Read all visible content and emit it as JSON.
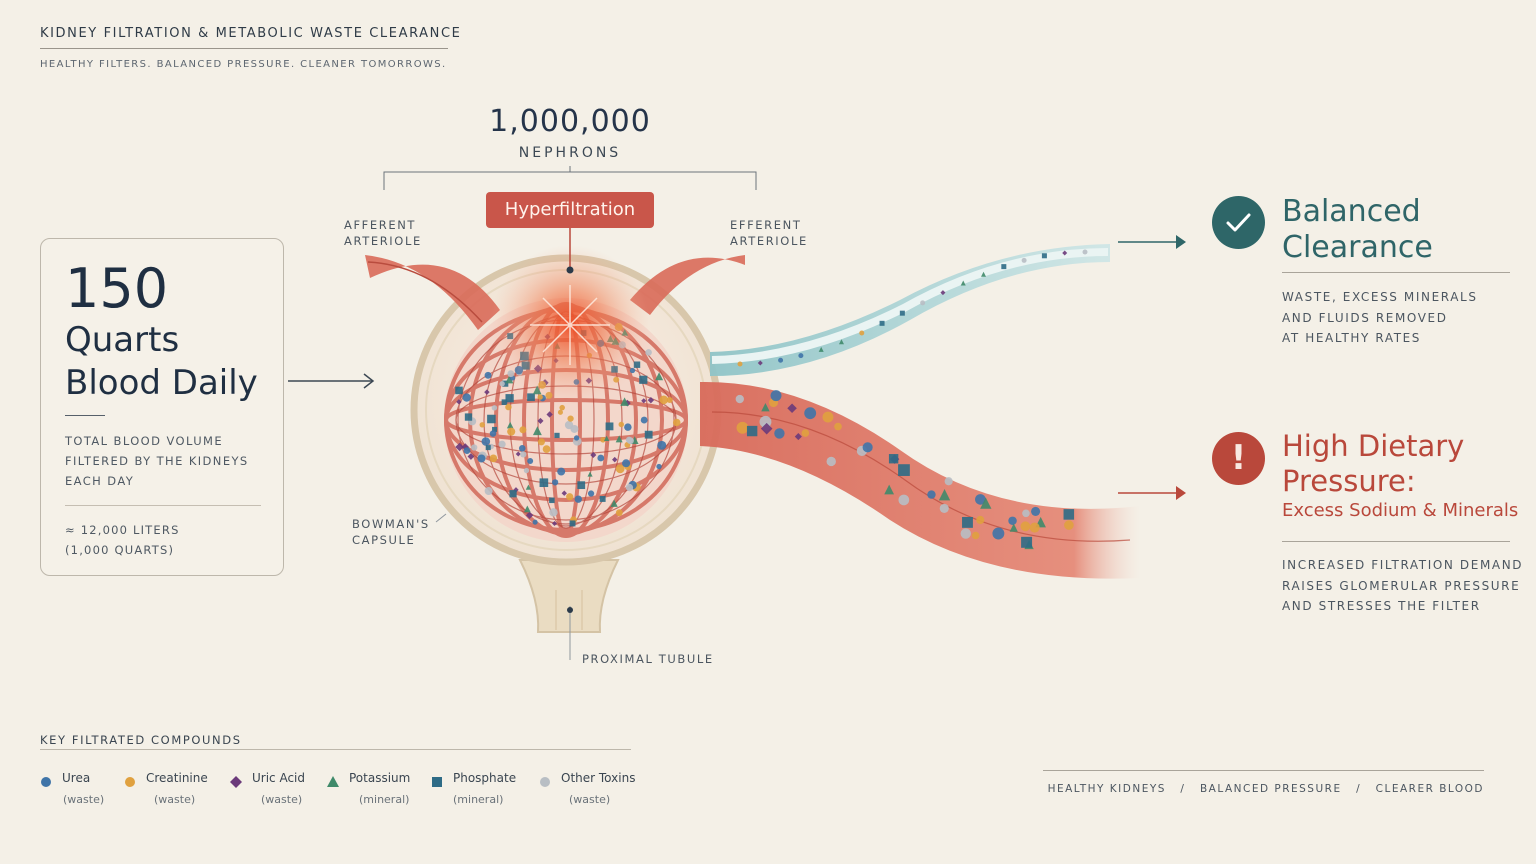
{
  "header": {
    "title": "KIDNEY FILTRATION & METABOLIC WASTE CLEARANCE",
    "subtitle": "HEALTHY FILTERS. BALANCED PRESSURE. CLEANER TOMORROWS."
  },
  "stat_card": {
    "number": "150",
    "unit_line1": "Quarts",
    "unit_line2": "Blood Daily",
    "desc_line1": "TOTAL BLOOD VOLUME",
    "desc_line2": "FILTERED BY THE KIDNEYS",
    "desc_line3": "EACH DAY",
    "note_line1": "≈ 12,000 LITERS",
    "note_line2": "(1,000 QUARTS)"
  },
  "nephrons": {
    "count": "1,000,000",
    "label": "NEPHRONS"
  },
  "hyperfiltration_label": "Hyperfiltration",
  "anatomy": {
    "afferent_line1": "AFFERENT",
    "afferent_line2": "ARTERIOLE",
    "efferent_line1": "EFFERENT",
    "efferent_line2": "ARTERIOLE",
    "bowman_line1": "BOWMAN'S",
    "bowman_line2": "CAPSULE",
    "proximal": "PROXIMAL TUBULE"
  },
  "outcomes": {
    "balanced": {
      "title_line1": "Balanced",
      "title_line2": "Clearance",
      "desc_line1": "WASTE, EXCESS MINERALS",
      "desc_line2": "AND FLUIDS REMOVED",
      "desc_line3": "AT HEALTHY RATES",
      "icon": "check-icon",
      "color": "#2e6668"
    },
    "high_pressure": {
      "title_line1": "High Dietary",
      "title_line2": "Pressure:",
      "subtitle": "Excess Sodium & Minerals",
      "desc_line1": "INCREASED FILTRATION DEMAND",
      "desc_line2": "RAISES GLOMERULAR PRESSURE",
      "desc_line3": "AND STRESSES THE FILTER",
      "icon_glyph": "!",
      "icon": "warning-icon",
      "color": "#b9483b"
    }
  },
  "legend": {
    "title": "KEY FILTRATED COMPOUNDS",
    "items": [
      {
        "name": "Urea",
        "kind": "(waste)",
        "shape": "circle",
        "color": "#3f74a8"
      },
      {
        "name": "Creatinine",
        "kind": "(waste)",
        "shape": "circle",
        "color": "#e0a13f"
      },
      {
        "name": "Uric Acid",
        "kind": "(waste)",
        "shape": "diamond",
        "color": "#6b3a7a"
      },
      {
        "name": "Potassium",
        "kind": "(mineral)",
        "shape": "triangle",
        "color": "#3f8a6a"
      },
      {
        "name": "Phosphate",
        "kind": "(mineral)",
        "shape": "square",
        "color": "#2e6b86"
      },
      {
        "name": "Other Toxins",
        "kind": "(waste)",
        "shape": "circle",
        "color": "#b8bec4"
      }
    ]
  },
  "footer": {
    "text": "HEALTHY KIDNEYS   /   BALANCED PRESSURE   /   CLEARER BLOOD"
  }
}
